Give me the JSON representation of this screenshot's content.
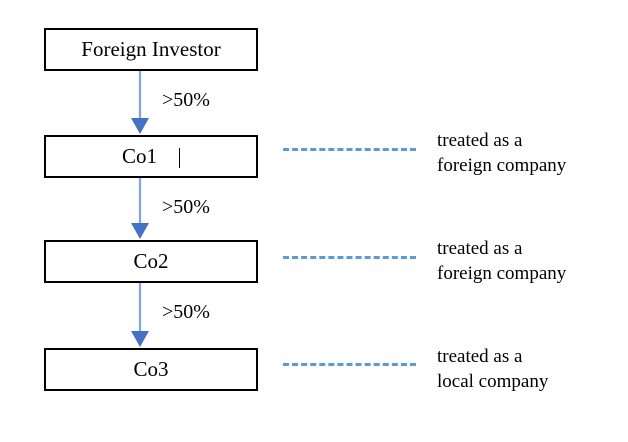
{
  "diagram": {
    "type": "ownership-chain-flowchart",
    "entities": [
      {
        "id": "foreign-investor",
        "label": "Foreign Investor",
        "caret": false
      },
      {
        "id": "co1",
        "label": "Co1",
        "caret": true
      },
      {
        "id": "co2",
        "label": "Co2",
        "caret": false
      },
      {
        "id": "co3",
        "label": "Co3",
        "caret": false
      }
    ],
    "arrows": [
      {
        "id": "arrow-1",
        "from": "foreign-investor",
        "to": "co1",
        "label": ">50%"
      },
      {
        "id": "arrow-2",
        "from": "co1",
        "to": "co2",
        "label": ">50%"
      },
      {
        "id": "arrow-3",
        "from": "co2",
        "to": "co3",
        "label": ">50%"
      }
    ],
    "annotations": [
      {
        "id": "note-1",
        "target": "co1",
        "line1": "treated as a",
        "line2": "foreign company"
      },
      {
        "id": "note-2",
        "target": "co2",
        "line1": "treated as a",
        "line2": "foreign company"
      },
      {
        "id": "note-3",
        "target": "co3",
        "line1": "treated as a",
        "line2": "local company"
      }
    ],
    "colors": {
      "box_border": "#000000",
      "box_fill": "#ffffff",
      "arrow_line": "#7EA6D9",
      "arrow_head": "#4472C4",
      "dashed_line": "#5B9BD5",
      "text": "#000000",
      "background": "#ffffff"
    }
  }
}
